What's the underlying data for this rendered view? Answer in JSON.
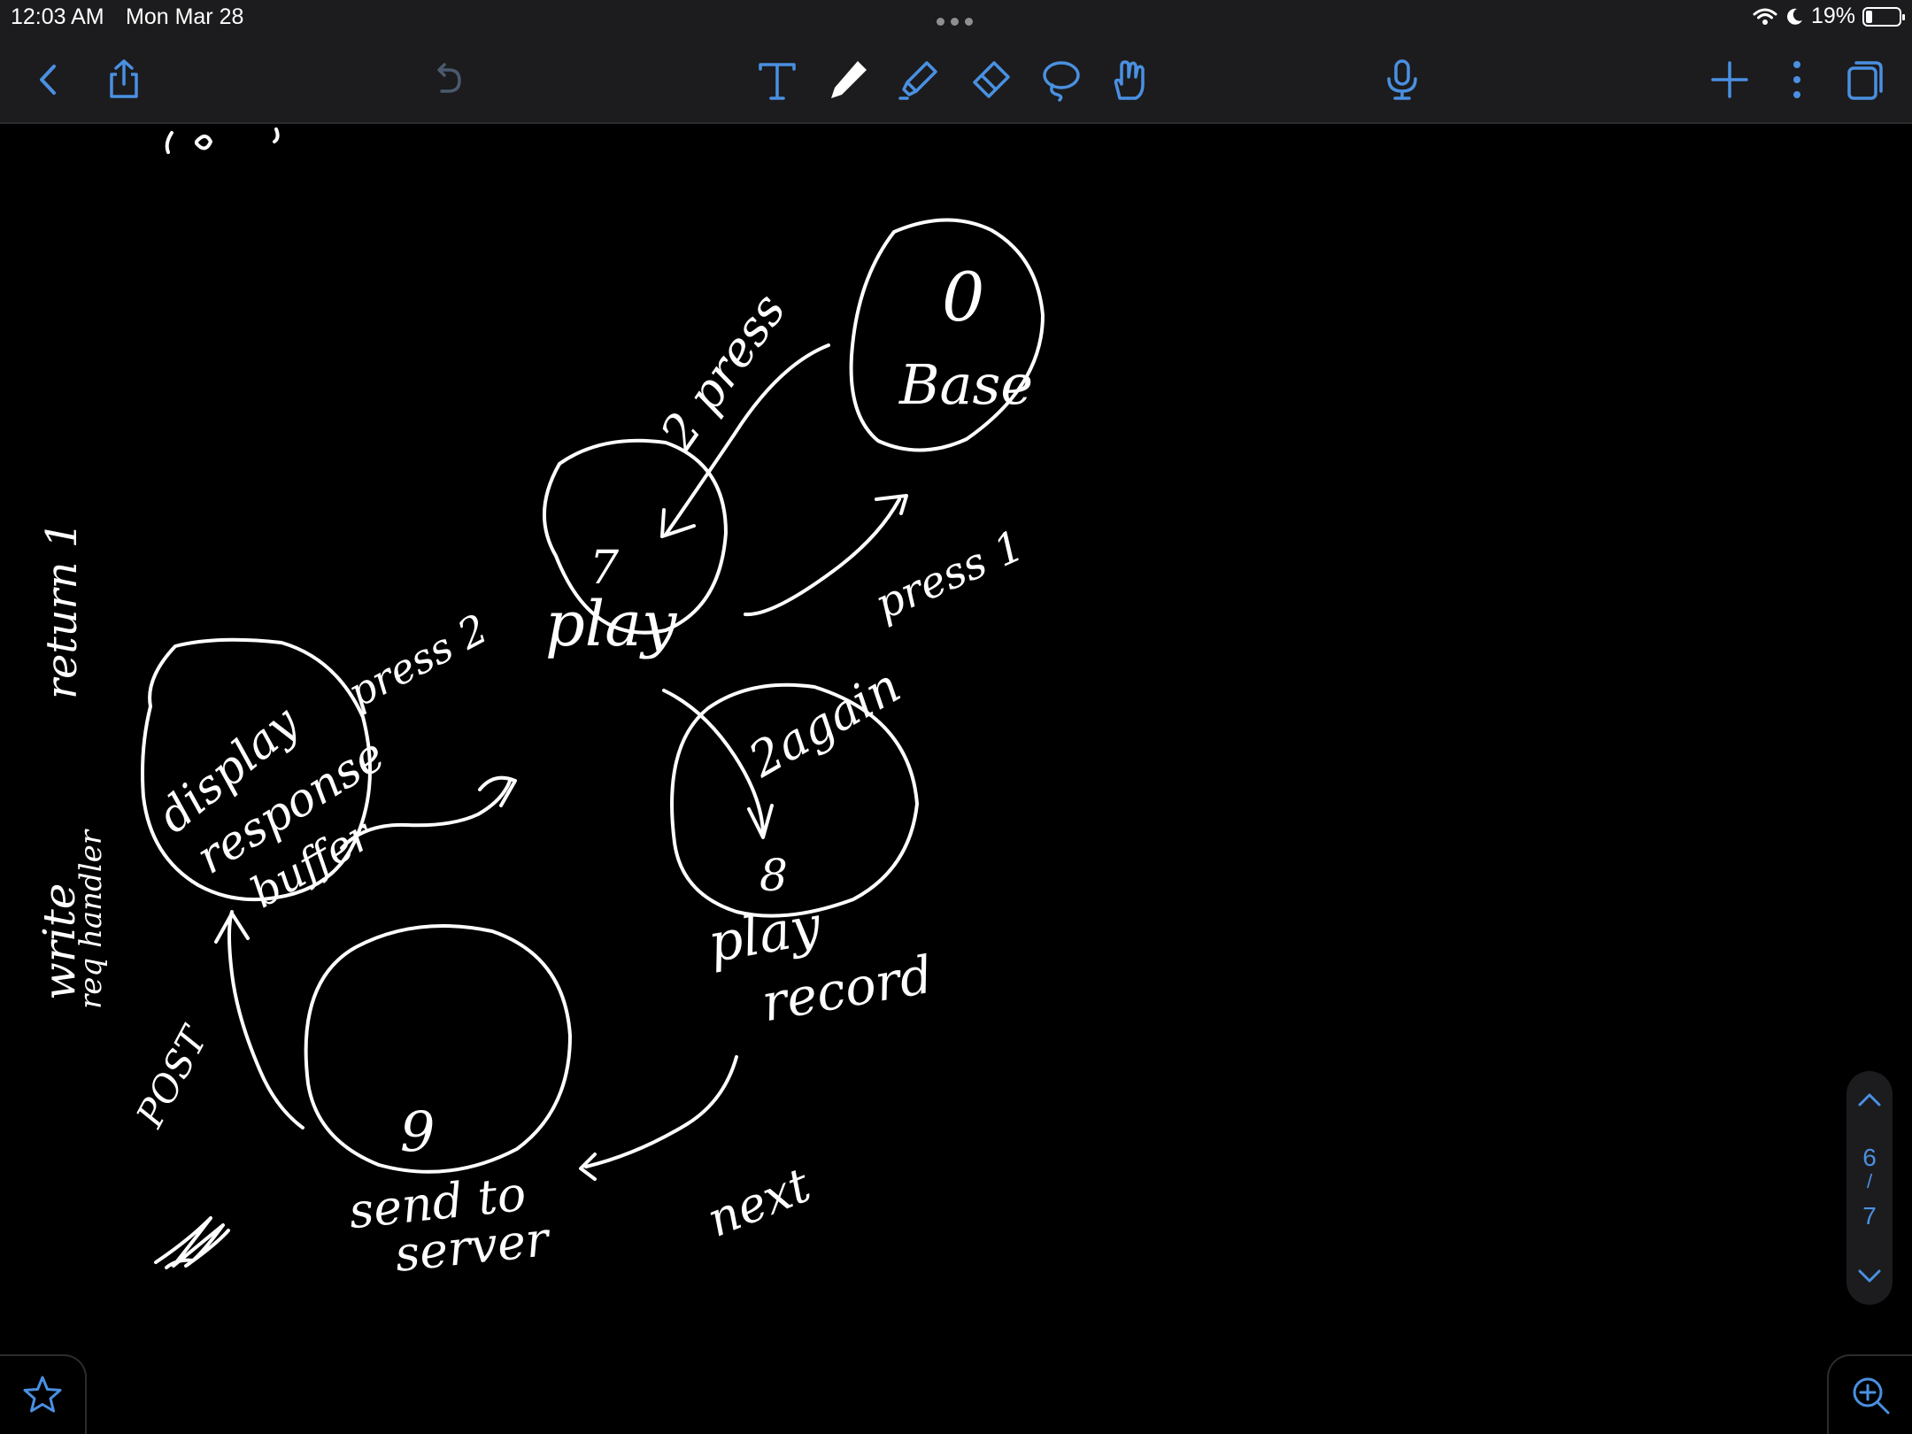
{
  "status_bar": {
    "time": "12:03 AM",
    "date": "Mon Mar 28",
    "battery_percent": "19%",
    "battery_level": 0.19
  },
  "toolbar": {
    "left_icons": [
      "back-chevron-icon",
      "share-icon",
      "undo-icon"
    ],
    "center_icons": [
      "text-tool-icon",
      "pen-tool-icon",
      "highlighter-icon",
      "eraser-icon",
      "lasso-icon",
      "hand-pointer-icon"
    ],
    "right_icons": [
      "microphone-icon",
      "add-page-icon",
      "more-options-icon",
      "page-thumbnails-icon"
    ],
    "accent_color": "#4a90e2"
  },
  "canvas": {
    "background": "#000000",
    "ink_color": "#ffffff",
    "handwriting": {
      "state_0_num": "0",
      "state_0_name": "Base",
      "state_7_num": "7",
      "state_7_name": "play",
      "state_8_num": "8",
      "state_8_name_1": "play",
      "state_8_name_2": "record",
      "state_9_num": "9",
      "state_9_name_1": "send to",
      "state_9_name_2": "server",
      "state_display_1": "display",
      "state_display_2": "response",
      "state_display_3": "buffer",
      "edge_0_to_7": "2 press",
      "edge_7_to_0": "press 1",
      "edge_7_to_8": "2again",
      "edge_8_to_9": "next",
      "edge_display_to_7": "press 2",
      "edge_9_to_display": "POST",
      "side_note_1": "return 1",
      "side_note_2": "write",
      "side_note_3": "req handler"
    }
  },
  "pager": {
    "current": "6",
    "separator": "/",
    "total": "7"
  },
  "corners": {
    "left_icon": "favorite-star-icon",
    "right_icon": "zoom-in-icon"
  }
}
